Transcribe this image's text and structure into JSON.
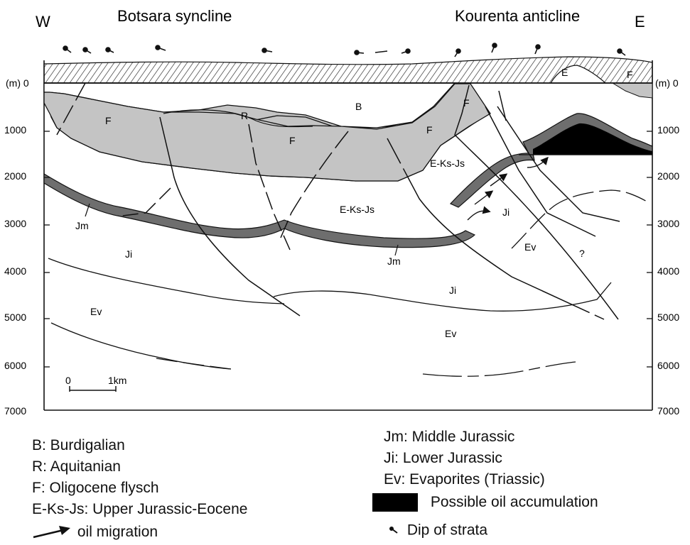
{
  "header": {
    "west": "W",
    "east": "E",
    "syncline": "Botsara syncline",
    "anticline": "Kourenta anticline"
  },
  "axis": {
    "unit_left": "(m) 0",
    "unit_right": "(m) 0",
    "depths": [
      "1000",
      "2000",
      "3000",
      "4000",
      "5000",
      "6000",
      "7000"
    ]
  },
  "scale_bar": {
    "start": "0",
    "end": "1km"
  },
  "units": {
    "B": "B",
    "R": "R",
    "F": "F",
    "E": "E",
    "EKsJs": "E-Ks-Js",
    "Jm": "Jm",
    "Ji": "Ji",
    "Ev": "Ev",
    "question": "?"
  },
  "legend": {
    "left": [
      "B: Burdigalian",
      "R: Aquitanian",
      "F: Oligocene flysch",
      "E-Ks-Js: Upper Jurassic-Eocene"
    ],
    "right": [
      "Jm: Middle Jurassic",
      "Ji: Lower Jurassic",
      "Ev: Evaporites (Triassic)"
    ],
    "oil_accumulation": "Possible oil accumulation",
    "oil_migration": "oil migration",
    "dip": "Dip of strata"
  },
  "colors": {
    "flysch": "#c4c4c4",
    "middle_jurassic": "#6e6e6e",
    "oil": "#000000"
  }
}
